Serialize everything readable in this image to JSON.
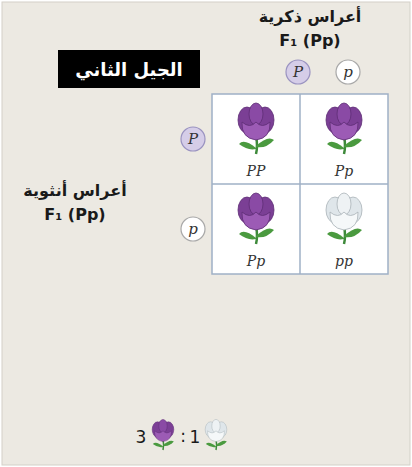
{
  "diagram": {
    "nodes": [
      {
        "text": [
          "الجيل الثاني"
        ]
      },
      {
        "text": [
          "P"
        ]
      },
      {
        "text": [
          "p"
        ]
      },
      {
        "text": [
          "P"
        ]
      },
      {
        "text": [
          "PP"
        ]
      },
      {
        "text": [
          "Pp"
        ]
      },
      {
        "text": [
          "p"
        ]
      },
      {
        "text": [
          "Pp"
        ]
      },
      {
        "text": [
          "pp"
        ]
      }
    ],
    "labels": [
      "أعراس ذكرية",
      "F₁ (Pp)",
      "أعراس أنثوية",
      "F₁ (Pp)",
      "3",
      ":",
      "1"
    ]
  }
}
